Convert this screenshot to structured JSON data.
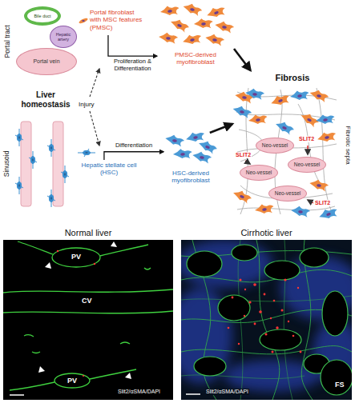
{
  "diagram": {
    "nodes": [
      {
        "text": [
          "Portal tract"
        ]
      },
      {
        "text": [
          "Bile duct"
        ],
        "in": 0
      },
      {
        "text": [
          "Hepatic artery"
        ],
        "in": 0
      },
      {
        "text": [
          "Portal vein"
        ],
        "in": 0
      },
      {
        "text": [
          "Portal fibroblast with MSC features (PMSC)"
        ]
      },
      {
        "text": [
          "PMSC-derived myofibroblast"
        ]
      },
      {
        "text": [
          "Sinusoid"
        ]
      },
      {
        "text": [
          "Hepatic stellate cell (HSC)"
        ]
      },
      {
        "text": [
          "HSC-derived myofibroblast"
        ]
      },
      {
        "text": [
          "Fibrosis",
          "Fibrotic septa"
        ]
      },
      {
        "text": [
          "Neo-vessel"
        ],
        "in": 9
      },
      {
        "text": [
          "Neo-vessel"
        ],
        "in": 9
      },
      {
        "text": [
          "Neo-vessel"
        ],
        "in": 9
      },
      {
        "text": [
          "Neo-vessel"
        ],
        "in": 9
      },
      {
        "text": [
          "Normal liver"
        ]
      },
      {
        "text": [
          "Cirrhotic liver"
        ]
      }
    ],
    "edges": [
      {
        "from": 4,
        "to": 5,
        "arrow": "to",
        "label": "Proliferation & Differentiation"
      },
      {
        "from": 7,
        "to": 8,
        "arrow": "to",
        "label": "Differentiation"
      },
      {
        "from": 5,
        "to": 9,
        "arrow": "to"
      },
      {
        "from": 8,
        "to": 9,
        "arrow": "to"
      }
    ],
    "labels": [
      "Liver homeostasis",
      "Injury",
      "SLIT2",
      "SLIT2",
      "SLIT2",
      "PV",
      "CV",
      "PV",
      "Slit2/αSMA/DAPI",
      "FS",
      "Slit2/αSMA/DAPI"
    ]
  }
}
